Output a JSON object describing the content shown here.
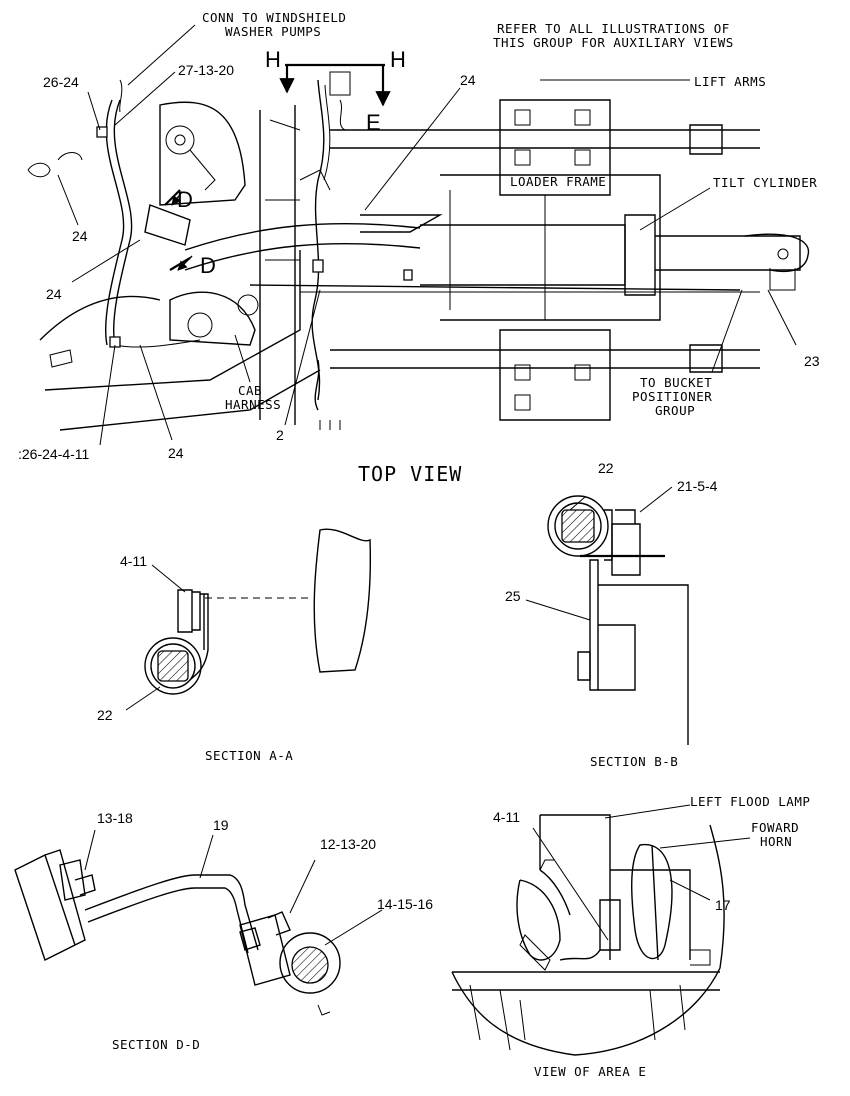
{
  "notes": {
    "conn_washer_line1": "CONN TO WINDSHIELD",
    "conn_washer_line2": "WASHER PUMPS",
    "refer_line1": "REFER TO ALL ILLUSTRATIONS OF",
    "refer_line2": "THIS GROUP FOR AUXILIARY VIEWS",
    "lift_arms": "LIFT ARMS",
    "loader_frame": "LOADER FRAME",
    "tilt_cylinder": "TILT CYLINDER",
    "cab_harness_line1": "CAB",
    "cab_harness_line2": "HARNESS",
    "bucket_line1": "TO BUCKET",
    "bucket_line2": "POSITIONER",
    "bucket_line3": "GROUP",
    "left_flood_lamp": "LEFT FLOOD LAMP",
    "forward_horn_line1": "FOWARD",
    "forward_horn_line2": "HORN"
  },
  "section_markers": {
    "h_left": "H",
    "h_right": "H",
    "d_top": "D",
    "d_bottom": "D",
    "e_mark": "E"
  },
  "callouts": {
    "c_26_24_top": "26-24",
    "c_27_13_20": "27-13-20",
    "c_24_left": "24",
    "c_24_mid_left": "24",
    "c_26_24_4_11": ":26-24-4-11",
    "c_24_bottom": "24",
    "c_2": "2",
    "c_24_top": "24",
    "c_23": "23",
    "c_4_11_aa": "4-11",
    "c_22_aa": "22",
    "c_22_bb": "22",
    "c_21_5_4": "21-5-4",
    "c_25": "25",
    "c_13_18": "13-18",
    "c_19": "19",
    "c_12_13_20": "12-13-20",
    "c_14_15_16": "14-15-16",
    "c_4_11_e": "4-11",
    "c_17": "17"
  },
  "view_titles": {
    "top_view": "TOP VIEW",
    "section_aa": "SECTION A-A",
    "section_bb": "SECTION B-B",
    "section_dd": "SECTION D-D",
    "view_area_e": "VIEW OF AREA E"
  }
}
